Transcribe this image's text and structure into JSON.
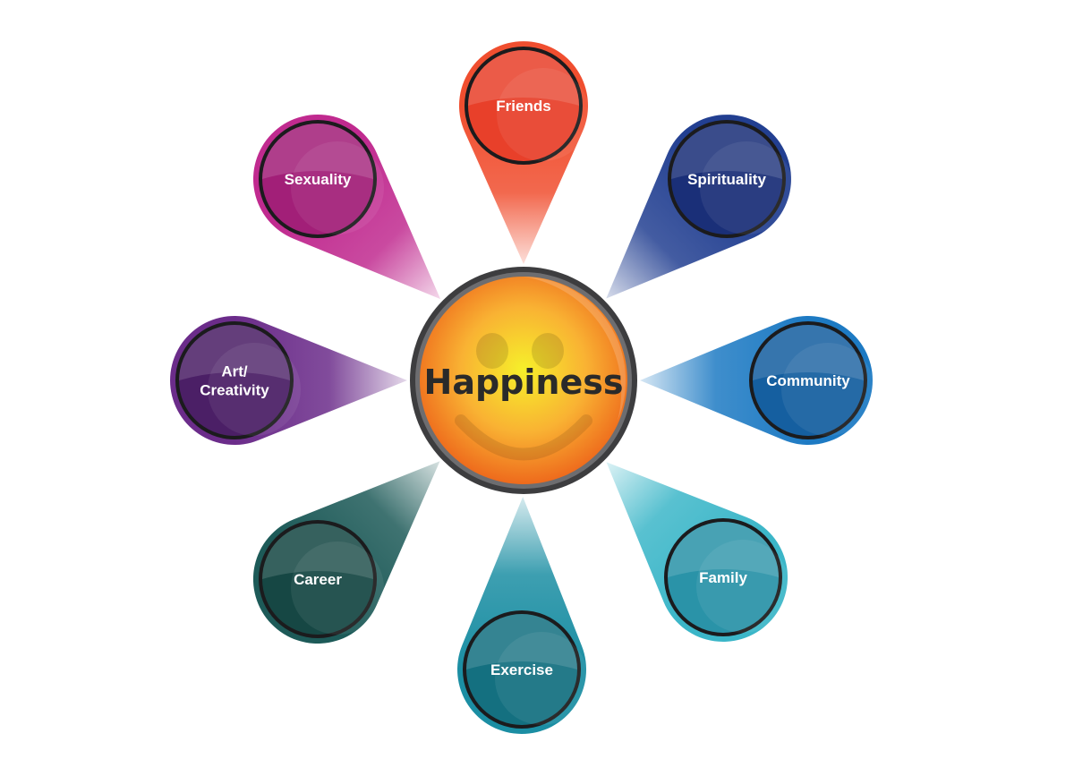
{
  "center": {
    "label": "Happiness",
    "colors": {
      "inner": "#f6f02a",
      "mid": "#f9b233",
      "outer": "#ee6a1c",
      "ring": "#3d3d3f"
    }
  },
  "nodes": [
    {
      "key": "friends",
      "lines": [
        "Friends"
      ],
      "color": "#f04e2f",
      "dark": "#e8402a"
    },
    {
      "key": "spirituality",
      "lines": [
        "Spirituality"
      ],
      "color": "#223f91",
      "dark": "#1a2f78"
    },
    {
      "key": "community",
      "lines": [
        "Community"
      ],
      "color": "#1d7ac3",
      "dark": "#155fa0"
    },
    {
      "key": "family",
      "lines": [
        "Family"
      ],
      "color": "#3bb6c8",
      "dark": "#2a93a8"
    },
    {
      "key": "exercise",
      "lines": [
        "Exercise"
      ],
      "color": "#1b8ea3",
      "dark": "#147080"
    },
    {
      "key": "career",
      "lines": [
        "Career"
      ],
      "color": "#1d5a58",
      "dark": "#164744"
    },
    {
      "key": "art",
      "lines": [
        "Art/",
        "Creativity"
      ],
      "color": "#6b2c8a",
      "dark": "#4b1f66"
    },
    {
      "key": "sexuality",
      "lines": [
        "Sexuality"
      ],
      "color": "#c02a8f",
      "dark": "#a21f78"
    }
  ]
}
